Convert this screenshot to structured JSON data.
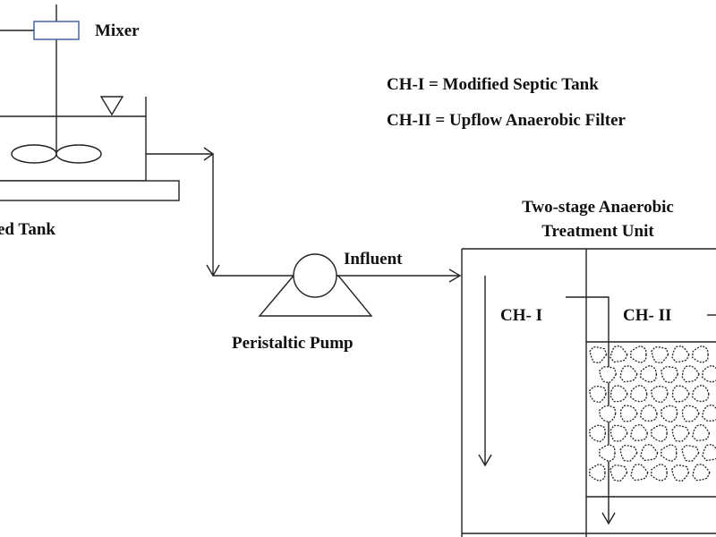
{
  "labels": {
    "mixer": "Mixer",
    "feed_tank": "ed Tank",
    "legend_ch1": "CH-I =  Modified Septic Tank",
    "legend_ch2": "CH-II = Upflow  Anaerobic  Filter",
    "unit_title_line1": "Two-stage Anaerobic",
    "unit_title_line2": "Treatment  Unit",
    "influent": "Influent",
    "pump": "Peristaltic  Pump",
    "ch1": "CH- I",
    "ch2": "CH- II"
  },
  "colors": {
    "stroke": "#222222",
    "mixer_box": "#3a5a9a",
    "text": "#111111"
  }
}
